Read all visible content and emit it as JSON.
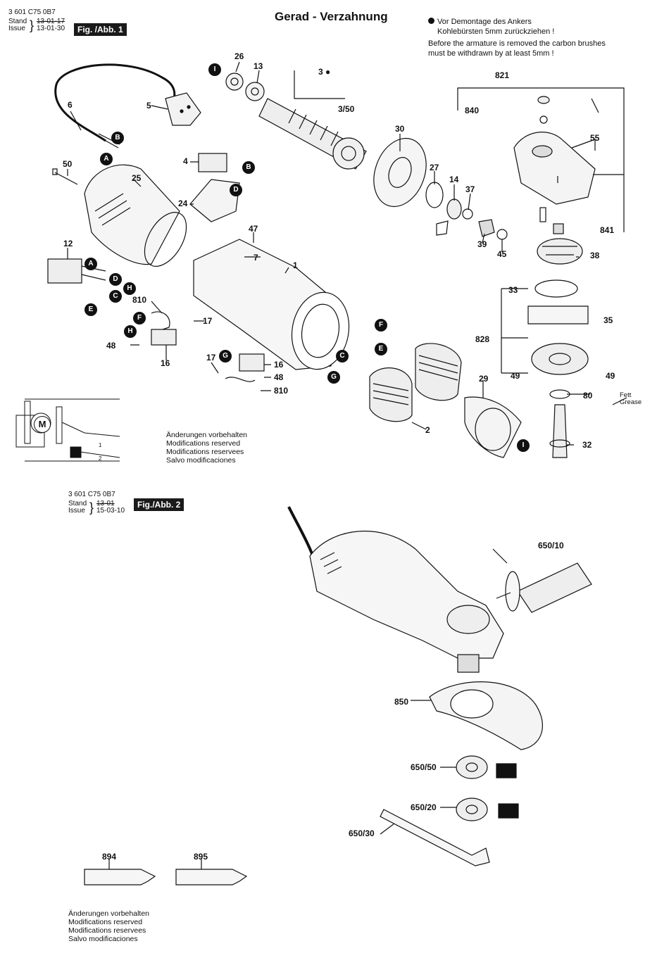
{
  "fig1": {
    "code": "3 601 C75 0B7",
    "stand_label": "Stand",
    "issue_label": "Issue",
    "stand_old": "13-01-17",
    "stand_new": "13-01-30",
    "badge": "Fig. /Abb. 1"
  },
  "fig2": {
    "code": "3 601 C75 0B7",
    "stand_label": "Stand",
    "issue_label": "Issue",
    "stand_old": "13-01",
    "stand_new": "15-03-10",
    "badge": "Fig./Abb. 2"
  },
  "title": "Gerad - Verzahnung",
  "note": {
    "line1": "Vor Demontage des Ankers",
    "line2": "Kohlebürsten 5mm zurückziehen !",
    "line3": "Before the armature is removed the carbon brushes",
    "line4": "must be withdrawn by at least 5mm !"
  },
  "grease": {
    "line1": "Fett",
    "line2": "Grease"
  },
  "disclaimer1": [
    "Änderungen vorbehalten",
    "Modifications reserved",
    "Modifications reservees",
    "Salvo modificaciones"
  ],
  "disclaimer2": [
    "Änderungen vorbehalten",
    "Modifications reserved",
    "Modifications reservees",
    "Salvo modificaciones"
  ],
  "parts": {
    "p26": "26",
    "p13": "13",
    "p3": "3",
    "p3_50": "3/50",
    "p821": "821",
    "p840": "840",
    "p55": "55",
    "p5": "5",
    "p6": "6",
    "p30": "30",
    "p27": "27",
    "p14": "14",
    "p37": "37",
    "p39": "39",
    "p45": "45",
    "p841": "841",
    "p38": "38",
    "p33": "33",
    "p35": "35",
    "p828": "828",
    "p49a": "49",
    "p49b": "49",
    "p80": "80",
    "p32": "32",
    "p50": "50",
    "p25": "25",
    "p4": "4",
    "p24": "24",
    "p47": "47",
    "p7": "7",
    "p1": "1",
    "p12": "12",
    "p810a": "810",
    "p17a": "17",
    "p48a": "48",
    "p16a": "16",
    "p17b": "17",
    "p16b": "16",
    "p48b": "48",
    "p810b": "810",
    "p2": "2",
    "p29": "29",
    "p650_10": "650/10",
    "p850": "850",
    "p650_50": "650/50",
    "p650_20": "650/20",
    "p650_30": "650/30",
    "p894": "894",
    "p895": "895"
  },
  "markers": {
    "I": "I",
    "A": "A",
    "B": "B",
    "C": "C",
    "D": "D",
    "E": "E",
    "F": "F",
    "G": "G",
    "H": "H",
    "M": "M"
  },
  "circuit": {
    "sw1": "1",
    "sw2": "2"
  }
}
